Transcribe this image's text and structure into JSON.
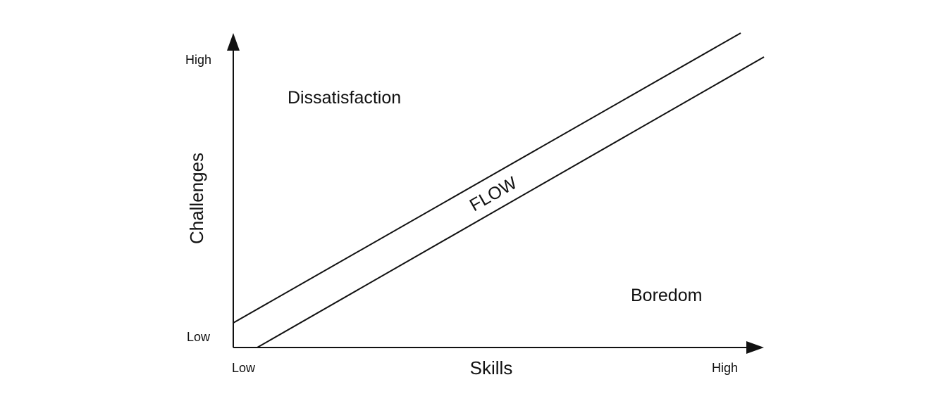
{
  "axes": {
    "y_title": "Challenges",
    "x_title": "Skills",
    "y_high": "High",
    "y_low": "Low",
    "x_low": "Low",
    "x_high": "High"
  },
  "regions": {
    "upper": "Dissatisfaction",
    "channel": "FLOW",
    "lower": "Boredom"
  }
}
